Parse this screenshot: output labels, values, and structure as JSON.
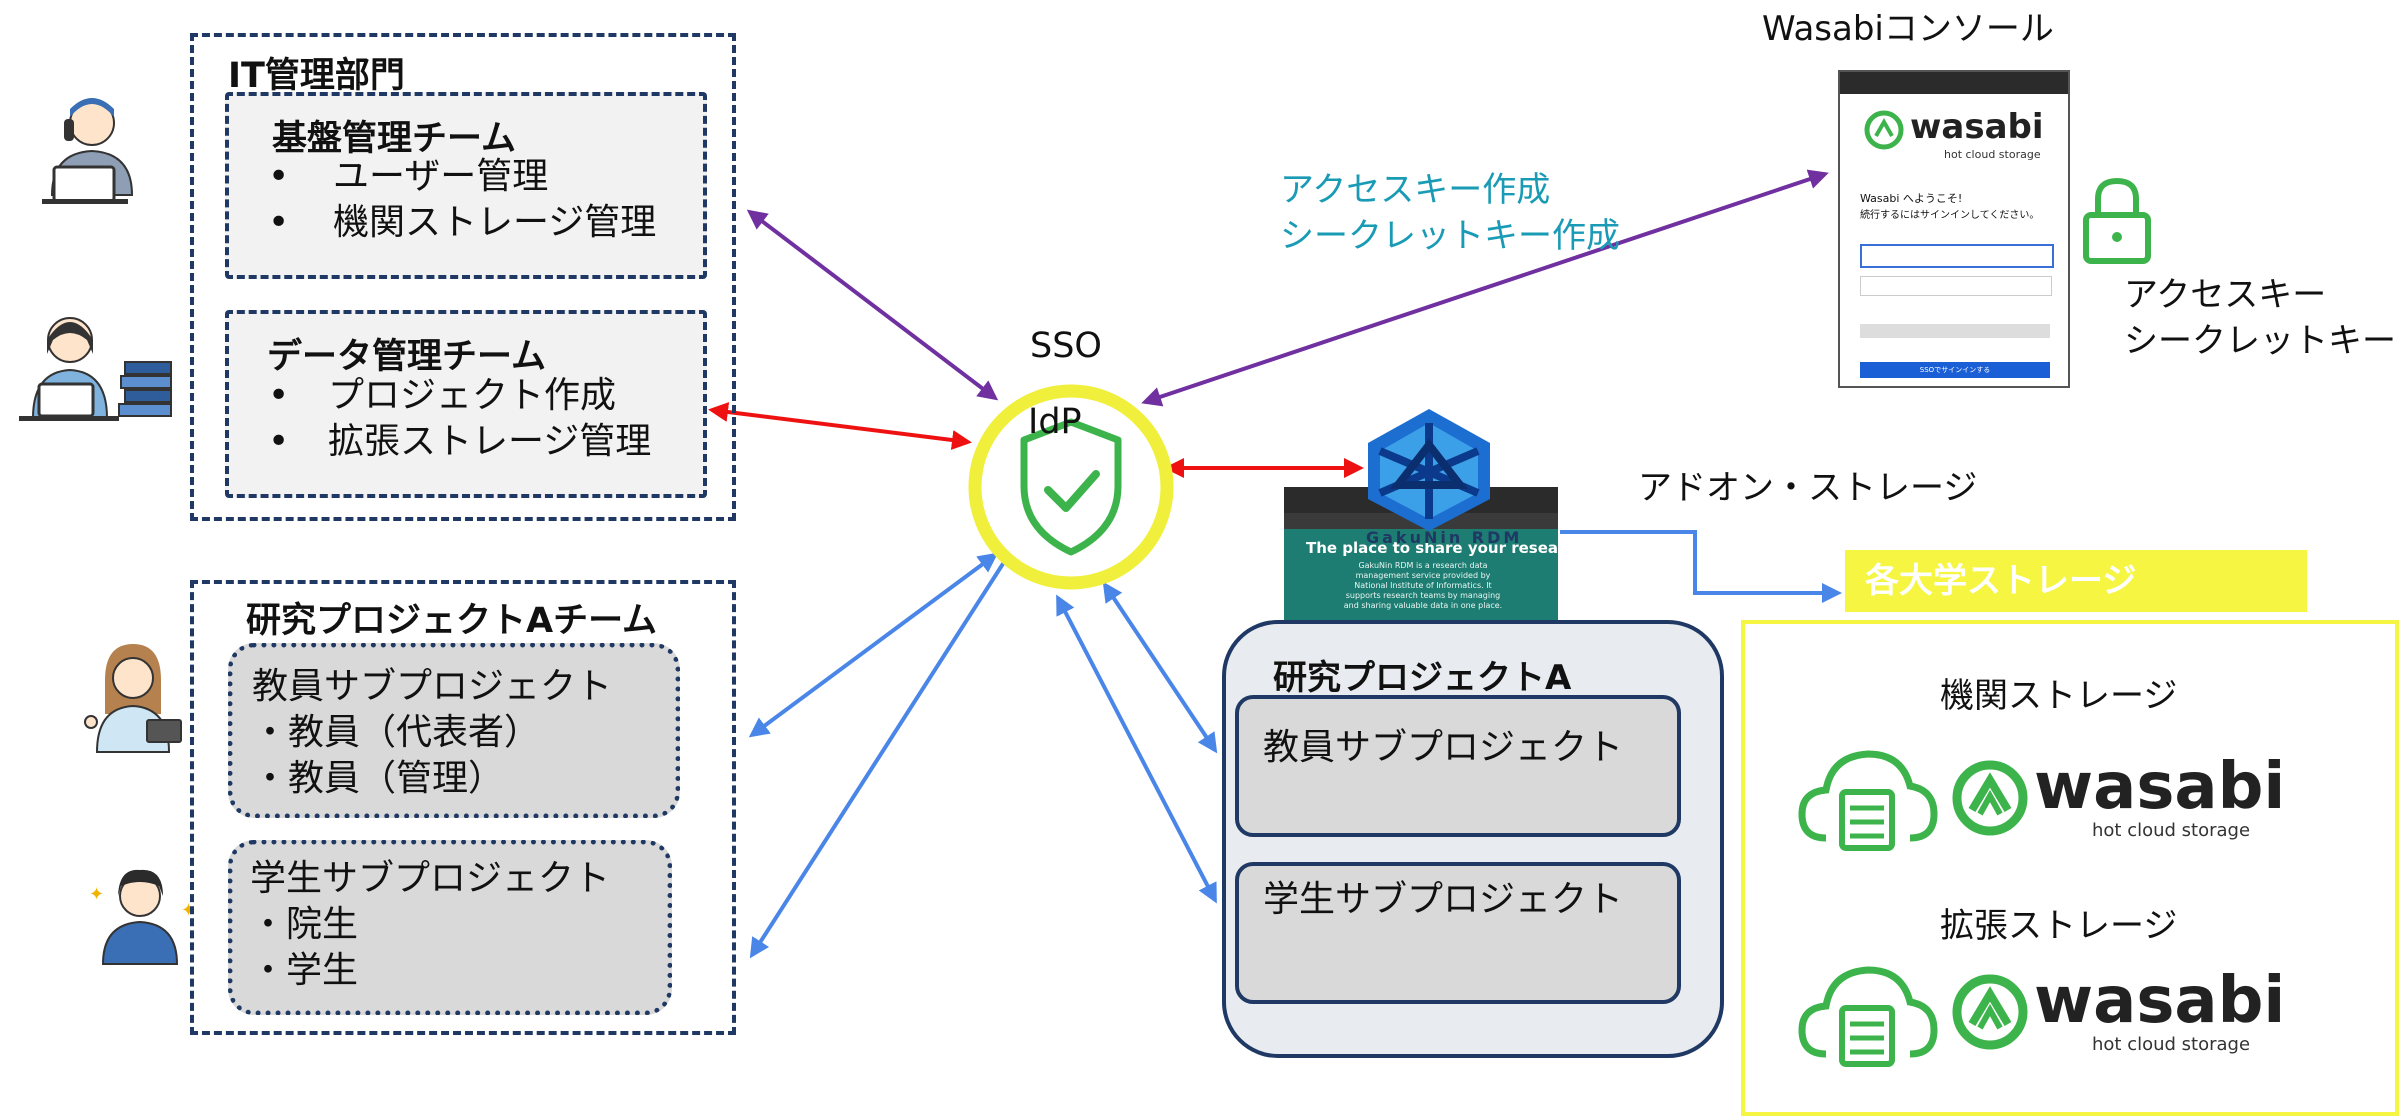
{
  "it_dept": {
    "title": "IT管理部門",
    "infra_team": {
      "title": "基盤管理チーム",
      "items": [
        "ユーザー管理",
        "機関ストレージ管理"
      ]
    },
    "data_team": {
      "title": "データ管理チーム",
      "items": [
        "プロジェクト作成",
        "拡張ストレージ管理"
      ]
    }
  },
  "research_team": {
    "title": "研究プロジェクトAチーム",
    "faculty": {
      "title": "教員サブプロジェクト",
      "items": [
        "・教員（代表者）",
        "・教員（管理）"
      ]
    },
    "students": {
      "title": "学生サブプロジェクト",
      "items": [
        "・院生",
        "・学生"
      ]
    }
  },
  "sso": {
    "label": "SSO",
    "idp": "IdP"
  },
  "wasabi_console": {
    "title": "Wasabiコンソール",
    "keys_created": [
      "アクセスキー作成",
      "シークレットキー作成"
    ],
    "keys": [
      "アクセスキー",
      "シークレットキー"
    ]
  },
  "rdm": {
    "logo_text": "GakuNin RDM",
    "tagline": "The place to share your research",
    "description": "GakuNin RDM is a research data management service provided by National Institute of Informatics. It supports research teams by managing and sharing valuable data in one place.",
    "project": {
      "title": "研究プロジェクトA",
      "sub1": "教員サブプロジェクト",
      "sub2": "学生サブプロジェクト"
    }
  },
  "addon_storage": {
    "label": "アドオン・ストレージ",
    "banner": "各大学ストレージ",
    "institutional": "機関ストレージ",
    "extended": "拡張ストレージ",
    "brand": "wasabi",
    "brand_sub": "hot cloud storage"
  },
  "console_mock": {
    "brand": "wasabi",
    "brand_sub": "hot cloud storage",
    "welcome": "Wasabi へようこそ!",
    "prompt": "続行するにはサインインしてください。",
    "signin": "SSOでサインインする"
  },
  "colors": {
    "navy": "#1f3864",
    "purple_arrow": "#7030a0",
    "red_arrow": "#ee1111",
    "blue_arrow": "#4a86e8",
    "teal_text": "#1a9bb5",
    "yellow": "#f5f542",
    "wasabi_green": "#3cb44b"
  }
}
